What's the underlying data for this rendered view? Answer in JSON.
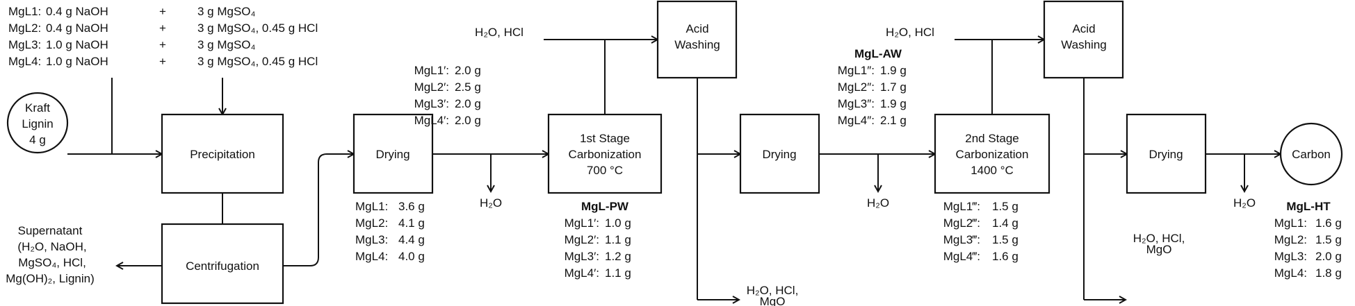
{
  "recipes": [
    {
      "name": "MgL1:",
      "naoh": "0.4 g NaOH",
      "plus": "+",
      "mg": "3 g MgSO₄"
    },
    {
      "name": "MgL2:",
      "naoh": "0.4 g NaOH",
      "plus": "+",
      "mg": "3 g MgSO₄, 0.45 g HCl"
    },
    {
      "name": "MgL3:",
      "naoh": "1.0 g NaOH",
      "plus": "+",
      "mg": "3 g MgSO₄"
    },
    {
      "name": "MgL4:",
      "naoh": "1.0 g NaOH",
      "plus": "+",
      "mg": "3 g MgSO₄, 0.45 g HCl"
    }
  ],
  "nodes": {
    "kraft_lignin": [
      "Kraft",
      "Lignin",
      "4 g"
    ],
    "precipitation": "Precipitation",
    "centrifugation": "Centrifugation",
    "drying_1": "Drying",
    "carbonization_1": [
      "1st Stage",
      "Carbonization",
      "700 °C"
    ],
    "acid_washing_1": [
      "Acid",
      "Washing"
    ],
    "drying_2": "Drying",
    "carbonization_2": [
      "2nd Stage",
      "Carbonization",
      "1400 °C"
    ],
    "acid_washing_2": [
      "Acid",
      "Washing"
    ],
    "drying_3": "Drying",
    "carbon": "Carbon"
  },
  "supernatant": [
    "Supernatant",
    "(H₂O, NaOH,",
    "MgSO₄, HCl,",
    "Mg(OH)₂, Lignin)"
  ],
  "inputs": {
    "acid_1": "H₂O, HCl",
    "acid_2": "H₂O, HCl"
  },
  "outputs": {
    "water_1": "H₂O",
    "water_2": "H₂O",
    "water_3": "H₂O",
    "waste_1": [
      "H₂O, HCl,",
      "MgO"
    ],
    "waste_2": [
      "H₂O, HCl,",
      "MgO"
    ]
  },
  "after_drying_1": [
    {
      "label": "MgL1:",
      "value": "3.6 g"
    },
    {
      "label": "MgL2:",
      "value": "4.1 g"
    },
    {
      "label": "MgL3:",
      "value": "4.4 g"
    },
    {
      "label": "MgL4:",
      "value": "4.0 g"
    }
  ],
  "before_carbonization_1": [
    {
      "label": "MgL1′:",
      "value": "2.0 g"
    },
    {
      "label": "MgL2′:",
      "value": "2.5 g"
    },
    {
      "label": "MgL3′:",
      "value": "2.0 g"
    },
    {
      "label": "MgL4′:",
      "value": "2.0 g"
    }
  ],
  "mgl_pw": {
    "title": "MgL-PW",
    "items": [
      {
        "label": "MgL1′:",
        "value": "1.0 g"
      },
      {
        "label": "MgL2′:",
        "value": "1.1 g"
      },
      {
        "label": "MgL3′:",
        "value": "1.2 g"
      },
      {
        "label": "MgL4′:",
        "value": "1.1 g"
      }
    ]
  },
  "mgl_aw": {
    "title": "MgL-AW",
    "items": [
      {
        "label": "MgL1″:",
        "value": "1.9 g"
      },
      {
        "label": "MgL2″:",
        "value": "1.7 g"
      },
      {
        "label": "MgL3″:",
        "value": "1.9 g"
      },
      {
        "label": "MgL4″:",
        "value": "2.1 g"
      }
    ]
  },
  "after_carbonization_2": [
    {
      "label": "MgL1‴:",
      "value": "1.5 g"
    },
    {
      "label": "MgL2‴:",
      "value": "1.4 g"
    },
    {
      "label": "MgL3‴:",
      "value": "1.5 g"
    },
    {
      "label": "MgL4‴:",
      "value": "1.6 g"
    }
  ],
  "mgl_ht": {
    "title": "MgL-HT",
    "items": [
      {
        "label": "MgL1:",
        "value": "1.6 g"
      },
      {
        "label": "MgL2:",
        "value": "1.5 g"
      },
      {
        "label": "MgL3:",
        "value": "2.0 g"
      },
      {
        "label": "MgL4:",
        "value": "1.8 g"
      }
    ]
  }
}
